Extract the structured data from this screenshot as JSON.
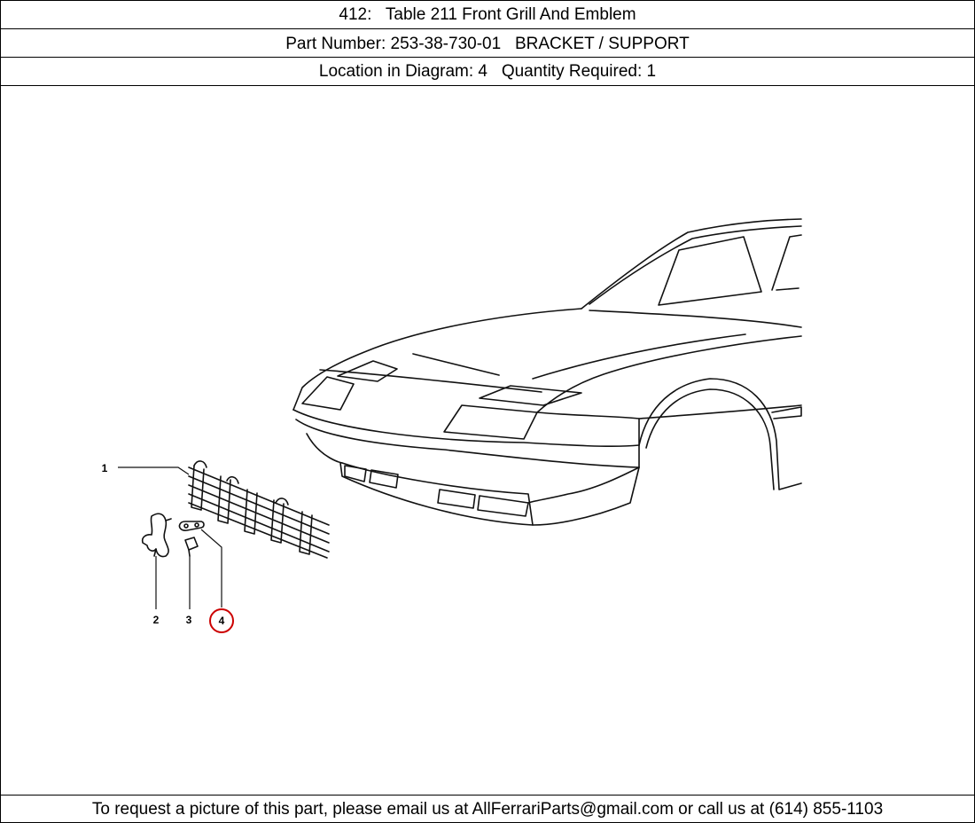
{
  "header": {
    "table_line": "412:   Table 211 Front Grill And Emblem",
    "part_line": "Part Number: 253-38-730-01   BRACKET / SUPPORT",
    "location_line": "Location in Diagram: 4   Quantity Required: 1"
  },
  "diagram": {
    "callouts": [
      "1",
      "2",
      "3",
      "4"
    ],
    "highlighted_callout": "4",
    "highlight_color": "#cc0000"
  },
  "footer": {
    "text": "To request a picture of this part, please email us at AllFerrariParts@gmail.com or call us at (614) 855-1103"
  }
}
